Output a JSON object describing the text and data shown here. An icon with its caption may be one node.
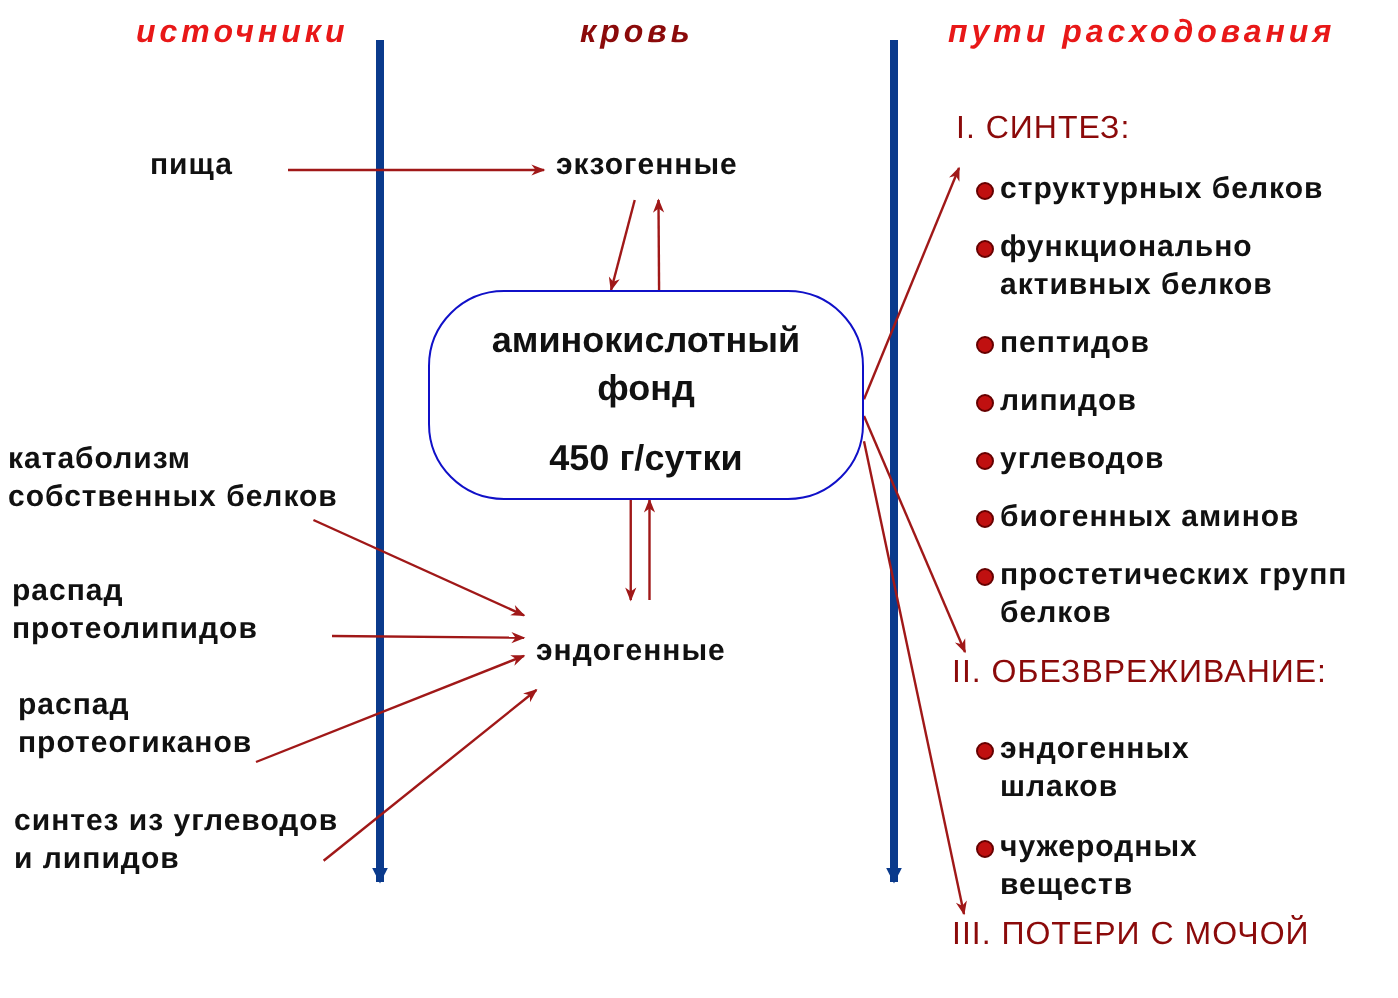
{
  "diagram": {
    "nodes": [
      {
        "text": [
          "пища"
        ]
      },
      {
        "text": [
          "экзогенные"
        ]
      },
      {
        "text": [
          "аминокислотный фонд",
          "450 г/сутки"
        ]
      },
      {
        "text": [
          "эндогенные"
        ]
      },
      {
        "text": [
          "катаболизм собственных белков"
        ]
      },
      {
        "text": [
          "распад протеолипидов"
        ]
      },
      {
        "text": [
          "распад протеогиканов"
        ]
      },
      {
        "text": [
          "синтез из углеводов и липидов"
        ]
      },
      {
        "text": [
          "I. СИНТЕЗ:"
        ]
      },
      {
        "text": [
          "II. ОБЕЗВРЕЖИВАНИЕ:"
        ]
      },
      {
        "text": [
          "III. ПОТЕРИ С МОЧОЙ"
        ]
      }
    ],
    "edges": [
      {
        "from": 0,
        "to": 1,
        "arrow": "to"
      },
      {
        "from": 1,
        "to": 2,
        "arrow": "to"
      },
      {
        "from": 2,
        "to": 1,
        "arrow": "to"
      },
      {
        "from": 2,
        "to": 3,
        "arrow": "to"
      },
      {
        "from": 3,
        "to": 2,
        "arrow": "to"
      },
      {
        "from": 4,
        "to": 3,
        "arrow": "to"
      },
      {
        "from": 5,
        "to": 3,
        "arrow": "to"
      },
      {
        "from": 6,
        "to": 3,
        "arrow": "to"
      },
      {
        "from": 7,
        "to": 3,
        "arrow": "to"
      },
      {
        "from": 2,
        "to": 8,
        "arrow": "to"
      },
      {
        "from": 2,
        "to": 9,
        "arrow": "to"
      },
      {
        "from": 2,
        "to": 10,
        "arrow": "to"
      }
    ],
    "labels": [
      "источники",
      "кровь",
      "пути расходования",
      "структурных белков",
      "функционально активных белков",
      "пептидов",
      "липидов",
      "углеводов",
      "биогенных аминов",
      "простетических групп белков",
      "эндогенных шлаков",
      "чужеродных веществ"
    ]
  }
}
